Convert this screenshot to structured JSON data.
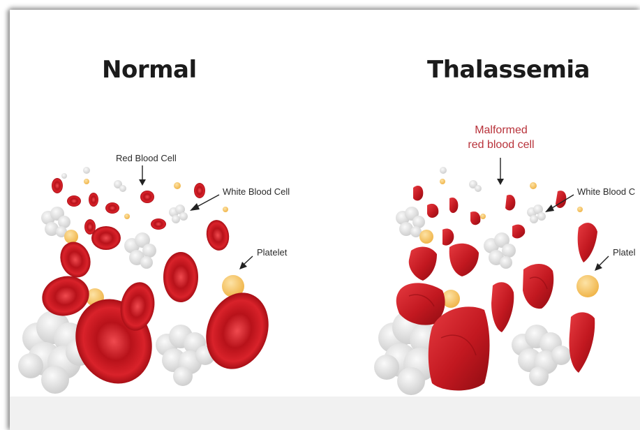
{
  "normal": {
    "title": "Normal",
    "labels": {
      "red_blood_cell": "Red Blood Cell",
      "white_blood_cell": "White Blood Cell",
      "platelet": "Platelet"
    }
  },
  "thalassemia": {
    "title": "Thalassemia",
    "labels": {
      "malformed_line1": "Malformed",
      "malformed_line2": "red blood cell",
      "white_blood_cell": "White Blood C",
      "platelet": "Platel"
    }
  },
  "colors": {
    "red_cell": "#d21f26",
    "red_cell_dark": "#9e0d14",
    "malformed_label": "#b8323a",
    "white_cell": "#dcdcdc",
    "platelet": "#f3c15f"
  }
}
